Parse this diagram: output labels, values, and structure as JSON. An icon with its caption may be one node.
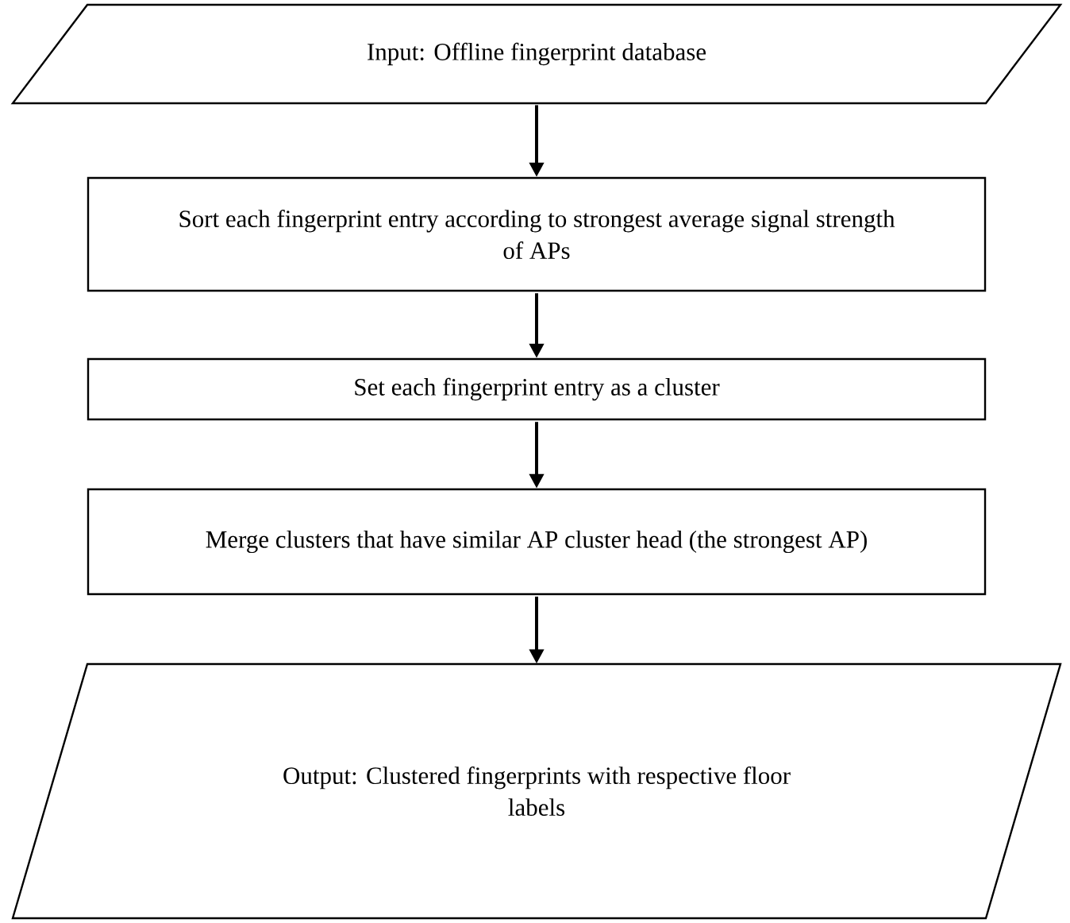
{
  "diagram": {
    "nodes": [
      {
        "text": [
          "Input: Offline fingerprint database"
        ]
      },
      {
        "text": [
          "Sort each fingerprint entry according to strongest average signal strength of APs"
        ]
      },
      {
        "text": [
          "Set each fingerprint entry as a cluster"
        ]
      },
      {
        "text": [
          "Merge clusters that have similar AP cluster head (the strongest AP)"
        ]
      },
      {
        "text": [
          "Output: Clustered fingerprints with respective floor labels"
        ]
      }
    ],
    "edges": [
      {
        "from": 0,
        "to": 1,
        "arrow": "to"
      },
      {
        "from": 1,
        "to": 2,
        "arrow": "to"
      },
      {
        "from": 2,
        "to": 3,
        "arrow": "to"
      },
      {
        "from": 3,
        "to": 4,
        "arrow": "to"
      }
    ]
  }
}
